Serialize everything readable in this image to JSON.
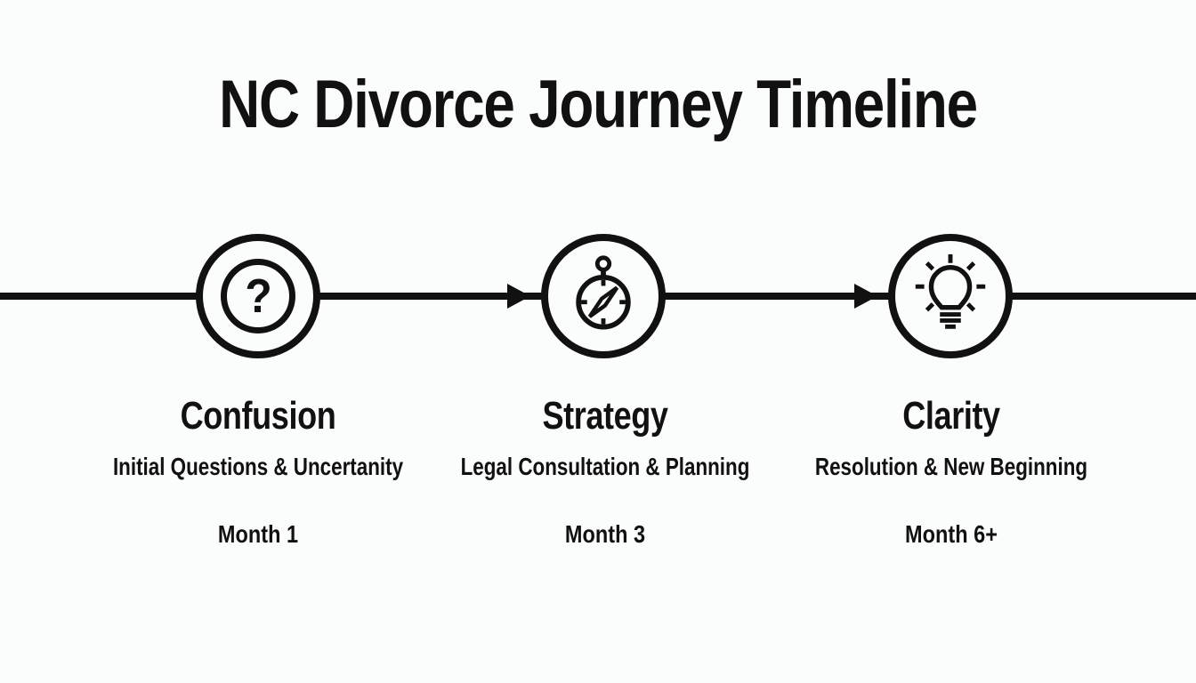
{
  "title": "NC Divorce Journey Timeline",
  "colors": {
    "ink": "#111111",
    "background": "#fbfcfc"
  },
  "timeline": {
    "direction": "left-to-right",
    "stages": [
      {
        "name": "Confusion",
        "description": "Initial Questions & Uncertanity",
        "time": "Month 1",
        "icon": "question-icon",
        "glyph": "?"
      },
      {
        "name": "Strategy",
        "description": "Legal Consultation & Planning",
        "time": "Month 3",
        "icon": "compass-icon"
      },
      {
        "name": "Clarity",
        "description": "Resolution & New Beginning",
        "time": "Month 6+",
        "icon": "lightbulb-icon"
      }
    ]
  }
}
